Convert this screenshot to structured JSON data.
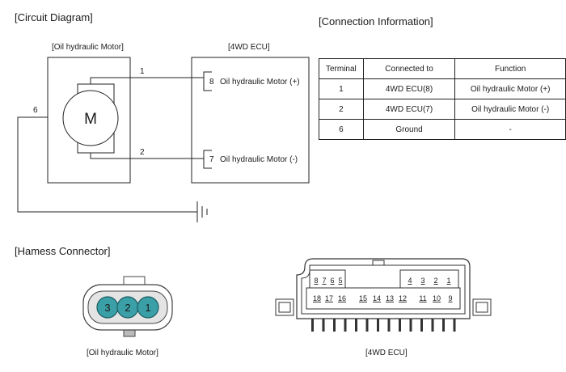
{
  "circuit": {
    "heading": "[Circuit Diagram]",
    "motor_box_label": "[Oil hydraulic Motor]",
    "ecu_box_label": "[4WD ECU]",
    "motor_symbol": "M",
    "wires": {
      "terminal_1": "1",
      "terminal_2": "2",
      "terminal_6": "6"
    },
    "ecu_pins": [
      {
        "pin": "8",
        "label": "Oil hydraulic Motor (+)"
      },
      {
        "pin": "7",
        "label": "Oil hydraulic Motor (-)"
      }
    ]
  },
  "connection_info": {
    "heading": "[Connection Information]",
    "columns": [
      "Terminal",
      "Connected to",
      "Function"
    ],
    "rows": [
      [
        "1",
        "4WD ECU(8)",
        "Oil hydraulic Motor (+)"
      ],
      [
        "2",
        "4WD ECU(7)",
        "Oil hydraulic Motor (-)"
      ],
      [
        "6",
        "Ground",
        "-"
      ]
    ]
  },
  "harness": {
    "heading": "[Hamess Connector]",
    "motor_connector": {
      "pins": [
        "3",
        "2",
        "1"
      ],
      "caption": "[Oil hydraulic Motor]",
      "pin_color": "#3a9fa6"
    },
    "ecu_connector": {
      "top_row_left": [
        "8",
        "7",
        "6",
        "5"
      ],
      "top_row_right": [
        "4",
        "3",
        "2",
        "1"
      ],
      "bottom_row": [
        "18",
        "17",
        "16",
        "15",
        "14",
        "13",
        "12",
        "11",
        "10",
        "9"
      ],
      "caption": "[4WD ECU]"
    }
  }
}
